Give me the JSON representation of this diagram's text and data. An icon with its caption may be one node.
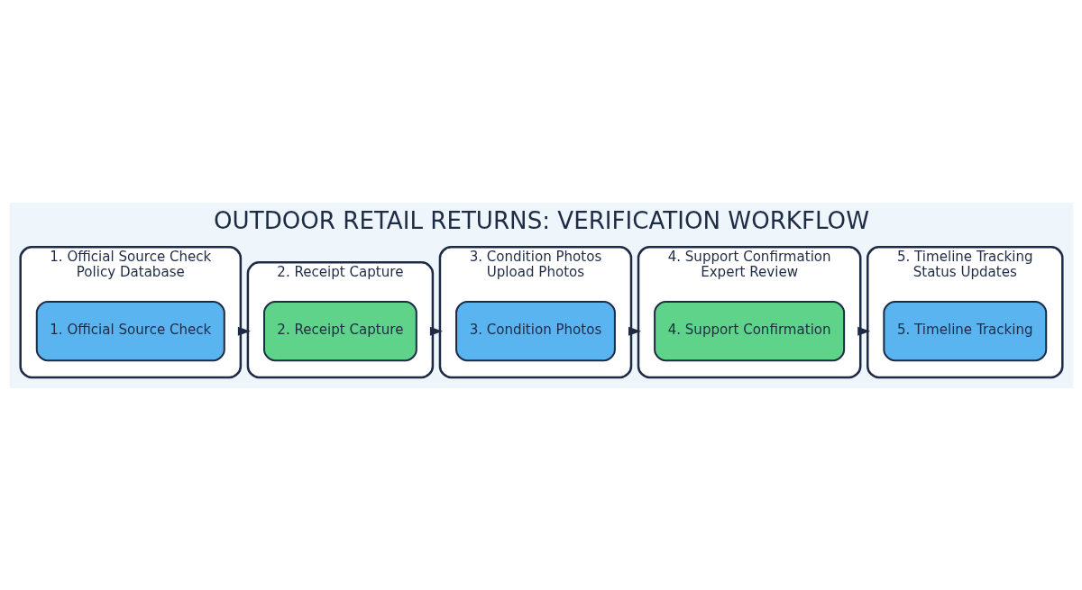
{
  "diagram": {
    "title": "OUTDOOR RETAIL RETURNS: VERIFICATION WORKFLOW",
    "nodes": [
      {
        "text": [
          "1. Official Source Check",
          "Policy Database"
        ]
      },
      {
        "text": [
          "1. Official Source Check"
        ],
        "in": 0
      },
      {
        "text": [
          "2. Receipt Capture"
        ]
      },
      {
        "text": [
          "2. Receipt Capture"
        ],
        "in": 2
      },
      {
        "text": [
          "3. Condition Photos",
          "Upload Photos"
        ]
      },
      {
        "text": [
          "3. Condition Photos"
        ],
        "in": 4
      },
      {
        "text": [
          "4. Support Confirmation",
          "Expert Review"
        ]
      },
      {
        "text": [
          "4. Support Confirmation"
        ],
        "in": 6
      },
      {
        "text": [
          "5. Timeline Tracking",
          "Status Updates"
        ]
      },
      {
        "text": [
          "5. Timeline Tracking"
        ],
        "in": 8
      }
    ],
    "edges": [
      {
        "from": 0,
        "to": 2,
        "arrow": "to"
      },
      {
        "from": 2,
        "to": 4,
        "arrow": "to"
      },
      {
        "from": 4,
        "to": 6,
        "arrow": "to"
      },
      {
        "from": 6,
        "to": 8,
        "arrow": "to"
      }
    ]
  }
}
